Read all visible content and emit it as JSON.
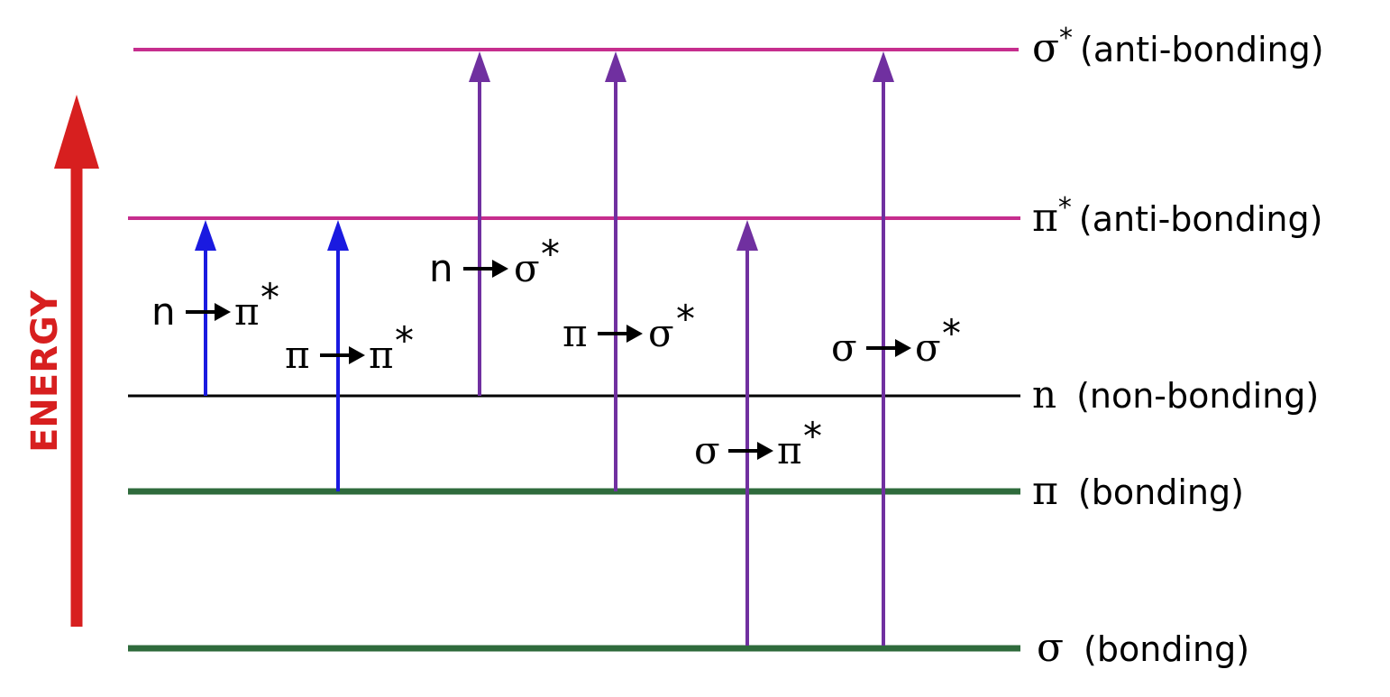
{
  "axis": {
    "label": "ENERGY",
    "color": "#d71f1f"
  },
  "colors": {
    "antibonding": "#c62e8e",
    "nonbonding": "#000000",
    "bonding": "#2f6b3c",
    "blue_arrow": "#1a1ae0",
    "purple_arrow": "#7030a0"
  },
  "levels": [
    {
      "id": "sigma-star",
      "symbol": "σ",
      "star": "*",
      "desc": "(anti-bonding)",
      "type": "antibonding"
    },
    {
      "id": "pi-star",
      "symbol": "π",
      "star": "*",
      "desc": "(anti-bonding)",
      "type": "antibonding"
    },
    {
      "id": "n",
      "symbol": "n",
      "star": "",
      "desc": "(non-bonding)",
      "type": "nonbonding"
    },
    {
      "id": "pi",
      "symbol": "π",
      "star": "",
      "desc": "(bonding)",
      "type": "bonding"
    },
    {
      "id": "sigma",
      "symbol": "σ",
      "star": "",
      "desc": "(bonding)",
      "type": "bonding"
    }
  ],
  "transitions": [
    {
      "id": "n-pi-star",
      "from_symbol": "n",
      "to_symbol": "π",
      "star": "*",
      "from": "n",
      "to": "pi-star",
      "color": "blue"
    },
    {
      "id": "pi-pi-star",
      "from_symbol": "π",
      "to_symbol": "π",
      "star": "*",
      "from": "pi",
      "to": "pi-star",
      "color": "blue"
    },
    {
      "id": "n-sigma-star",
      "from_symbol": "n",
      "to_symbol": "σ",
      "star": "*",
      "from": "n",
      "to": "sigma-star",
      "color": "purple"
    },
    {
      "id": "pi-sigma-star",
      "from_symbol": "π",
      "to_symbol": "σ",
      "star": "*",
      "from": "pi",
      "to": "sigma-star",
      "color": "purple"
    },
    {
      "id": "sigma-pi-star",
      "from_symbol": "σ",
      "to_symbol": "π",
      "star": "*",
      "from": "sigma",
      "to": "pi-star",
      "color": "purple"
    },
    {
      "id": "sigma-sigma-star",
      "from_symbol": "σ",
      "to_symbol": "σ",
      "star": "*",
      "from": "sigma",
      "to": "sigma-star",
      "color": "purple"
    }
  ]
}
